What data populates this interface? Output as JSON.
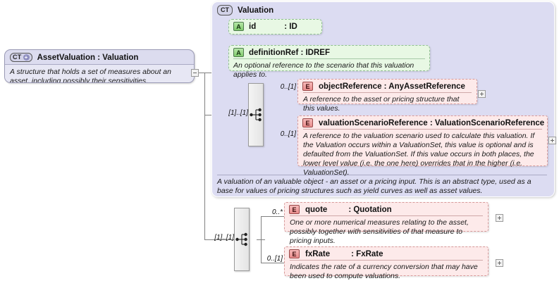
{
  "diagram": {
    "type": "xml-schema-component",
    "root": {
      "badge": "CT",
      "badge_expand": "+",
      "title": "AssetValuation : Valuation",
      "annotation": "A structure that holds a set of measures about an asset, including possibly their sensitivities."
    },
    "container": {
      "badge": "CT",
      "title": "Valuation",
      "annotation": "A valuation of an valuable object - an asset or a pricing input. This is an abstract type, used as a base for values of pricing structures such as yield curves as well as asset values."
    },
    "attributes": [
      {
        "badge": "A",
        "name": "id",
        "type": ": ID",
        "annotation": ""
      },
      {
        "badge": "A",
        "name": "definitionRef : IDREF",
        "type": "",
        "annotation": "An optional reference to the scenario that this valuation applies to."
      }
    ],
    "sequences": [
      {
        "label": "[1]..[1]",
        "icon": "sequence-icon"
      },
      {
        "label": "[1]..[1]",
        "icon": "sequence-icon"
      }
    ],
    "elements_top": [
      {
        "badge": "E",
        "name": "objectReference : AnyAssetReference",
        "cardinality": "0..[1]",
        "annotation": "A reference to the asset or pricing structure that this values.",
        "expander": "+"
      },
      {
        "badge": "E",
        "name": "valuationScenarioReference : ValuationScenarioReference",
        "cardinality": "0..[1]",
        "annotation": "A reference to the valuation scenario used to calculate this valuation. If the Valuation occurs within a ValuationSet, this value is optional and is defaulted from the ValuationSet. If this value occurs in both places, the lower level value (i.e. the one here) overrides that in the higher (i.e. ValuationSet).",
        "expander": "+"
      }
    ],
    "elements_bottom": [
      {
        "badge": "E",
        "name": "quote",
        "type": ": Quotation",
        "cardinality": "0..*",
        "annotation": "One or more numerical measures relating to the asset, possibly together with sensitivities of that measure to pricing inputs.",
        "expander": "+"
      },
      {
        "badge": "E",
        "name": "fxRate",
        "type": ": FxRate",
        "cardinality": "0..[1]",
        "annotation": "Indicates the rate of a currency conversion that may have been used to compute valuations.",
        "expander": "+"
      }
    ],
    "root_collapse": "-",
    "colors": {
      "page_background": "#ffffff",
      "complex_type_fill": "#dcdcef",
      "container_fill": "#dcdcf2",
      "attribute_fill": "#e8f8e4",
      "element_fill": "#fdeaea",
      "connector_line": "#808080"
    }
  }
}
